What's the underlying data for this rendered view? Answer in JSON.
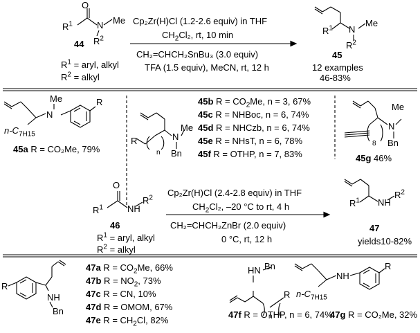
{
  "top": {
    "c44": {
      "o": "O",
      "n": "N",
      "me": "Me",
      "r": "R",
      "r1_sup": "1",
      "r2_sup": "2",
      "label": "44",
      "r1_def": " = aryl, alkyl",
      "r2_def": " = alkyl"
    },
    "conditions": {
      "line1": "Cp₂Zr(H)Cl (1.2-2.6 equiv) in THF",
      "line2a": "CH",
      "sub2": "2",
      "line2b": "Cl₂, rt, 10 min",
      "line3": "CH₂=CHCH₂SnBu₃ (3.0 equiv)",
      "line4": "TFA (1.5 equiv), MeCN, rt, 12 h"
    },
    "c45": {
      "r": "R",
      "r1_sup": "1",
      "r2_sup": "2",
      "n": "N",
      "me": "Me",
      "label": "45",
      "examples": "12 examples",
      "yield": "46-83%"
    }
  },
  "mid": {
    "c45a": {
      "me": "Me",
      "n": "N",
      "r": "R",
      "chain_a": "n-C",
      "chain_sub": "7H15",
      "label": "45a",
      "caption": " R = CO₂Me, 79%"
    },
    "c45bf": {
      "r": "R",
      "n_sub": "n",
      "n": "N",
      "me": "Me",
      "bn": "Bn"
    },
    "list": [
      {
        "id": "45b",
        "a": " R = CO",
        "sub": "2",
        "b": "Me, n = 3, 67%"
      },
      {
        "id": "45c",
        "a": " R = NHBoc, n = 6, 74%"
      },
      {
        "id": "45d",
        "a": " R = NHCzb, n = 6, 74%"
      },
      {
        "id": "45e",
        "a": " R = NHsT, n = 6, 78%"
      },
      {
        "id": "45f",
        "a": " R = OTHP, n = 7, 83%"
      }
    ],
    "c45g": {
      "me": "Me",
      "n": "N",
      "bn": "Bn",
      "sub": "8",
      "label": "45g",
      "caption": " 46%"
    }
  },
  "rxn2": {
    "c46": {
      "o": "O",
      "nh": "N​H",
      "r": "R",
      "r1_sup": "1",
      "r2_sup": "2",
      "label": "46",
      "r1_def": " = aryl, alkyl",
      "r2_def": " = alkyl"
    },
    "conditions": {
      "line1": "Cp₂Zr(H)Cl (2.4-2.8 equiv) in THF",
      "line2a": "CH",
      "sub2": "2",
      "line2b": "Cl₂, –20 °C to rt, 4 h",
      "line3": "CH₂=CHCH₂ZnBr (2.0 equiv)",
      "line4": "0 °C, rt, 12 h"
    },
    "c47": {
      "r": "R",
      "r1_sup": "1",
      "r2_sup": "2",
      "nh": "N​H",
      "label": "47",
      "yield": "yields10-82%"
    }
  },
  "bottom": {
    "c47ae": {
      "r": "R",
      "nh": "NH",
      "bn": "Bn"
    },
    "list": [
      {
        "id": "47a",
        "a": " R = CO",
        "sub": "2",
        "b": "Me, 66%"
      },
      {
        "id": "47b",
        "a": " R = NO",
        "sub": "2",
        "b": ", 73%"
      },
      {
        "id": "47c",
        "a": " R = CN, 10%"
      },
      {
        "id": "47d",
        "a": " R = OMOM, 67%"
      },
      {
        "id": "47e",
        "a": " R = CH",
        "sub": "2",
        "b": "Cl, 82%"
      }
    ],
    "c47f": {
      "hn": "HN",
      "bn": "Bn",
      "r": "R",
      "n_sub": "n",
      "label": "47f",
      "caption": " R = OTHP, n = 6, 74%"
    },
    "c47g": {
      "nh": "N​H",
      "r": "R",
      "chain_a": "n-C",
      "chain_sub": "7H15",
      "label": "47g",
      "caption": " R = CO₂Me, 32%"
    }
  }
}
